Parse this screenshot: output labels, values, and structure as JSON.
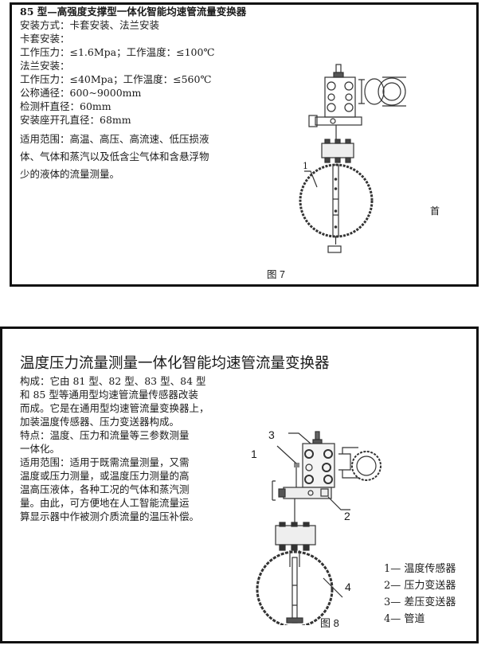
{
  "section1": {
    "title": "85 型—高强度支撑型一体化智能均速管流量变换器",
    "lines": [
      "安装方式：卡套安装、法兰安装",
      "卡套安装：",
      "工作压力：≤1.6Mpa；工作温度：≤100℃",
      "法兰安装：",
      "工作压力：≤40Mpa；工作温度：≤560℃",
      "公称通径：600~9000mm",
      "检测杆直径：60mm",
      "安装座开孔直径：68mm"
    ],
    "scope_lines": [
      "适用范围：高温、高压、高流速、低压损液",
      "体、气体和蒸汽以及低含尘气体和含悬浮物",
      "少的液体的流量测量。"
    ],
    "figure": {
      "callout_1": "1",
      "side_label": "首",
      "caption": "图 7"
    }
  },
  "section2": {
    "title": "温度压力流量测量一体化智能均速管流量变换器",
    "lines": [
      "构成：它由 81 型、82 型、83 型、84 型",
      "和 85 型等通用型均速管流量传感器改装",
      "而成。它是在通用型均速管流量变换器上，",
      "加装温度传感器、压力变送器构成。",
      "特点：温度、压力和流量等三参数测量",
      "一体化。",
      "适用范围：适用于既需流量测量，又需",
      "温度或压力测量，或温度压力测量的高",
      "温高压液体，各种工况的气体和蒸汽测",
      "量。由此，可方便地在人工智能流量运",
      "算显示器中作被测介质流量的温压补偿。"
    ],
    "figure": {
      "callout_1": "1",
      "callout_2": "2",
      "callout_3": "3",
      "callout_4": "4",
      "caption": "图 8"
    },
    "legend": [
      "1— 温度传感器",
      "2— 压力变送器",
      "3— 差压变送器",
      "4— 管道"
    ]
  }
}
